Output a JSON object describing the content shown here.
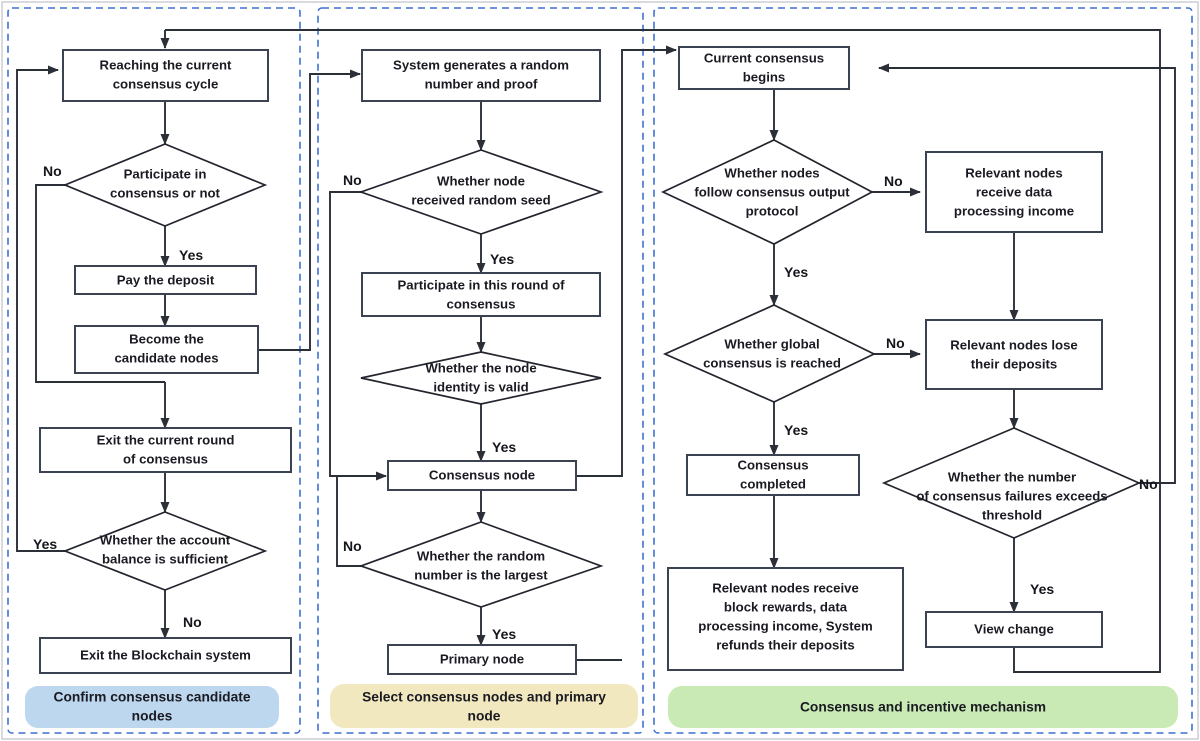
{
  "figure": {
    "title": "Blockchain consensus and incentive mechanism flowchart",
    "background": "#ffffff",
    "colors": {
      "box_stroke": "#3b4251",
      "line": "#2b2f38",
      "panel_dashed": "#3f6fd1",
      "pill_blue": "#bdd7ee",
      "pill_yellow": "#f2e8c0",
      "pill_green": "#c9eab4",
      "text": "#1a1a22"
    }
  },
  "panels": [
    {
      "id": "panel-1",
      "label": "Confirm consensus candidate nodes",
      "pill_color": "#bdd7ee"
    },
    {
      "id": "panel-2",
      "label": "Select consensus nodes and primary node",
      "pill_color": "#f2e8c0"
    },
    {
      "id": "panel-3",
      "label": "Consensus and incentive mechanism",
      "pill_color": "#c9eab4"
    }
  ],
  "nodes": {
    "reaching_cycle": {
      "shape": "process",
      "lines": [
        "Reaching the current",
        "consensus cycle"
      ]
    },
    "participate_or_not": {
      "shape": "decision",
      "lines": [
        "Participate in",
        "consensus or not"
      ]
    },
    "pay_deposit": {
      "shape": "process",
      "lines": [
        "Pay the deposit"
      ]
    },
    "become_candidate": {
      "shape": "process",
      "lines": [
        "Become the",
        "candidate nodes"
      ]
    },
    "exit_round": {
      "shape": "process",
      "lines": [
        "Exit the current round",
        "of consensus"
      ]
    },
    "balance_sufficient": {
      "shape": "decision",
      "lines": [
        "Whether the account",
        "balance is sufficient"
      ]
    },
    "exit_blockchain": {
      "shape": "process",
      "lines": [
        "Exit the Blockchain system"
      ]
    },
    "system_random": {
      "shape": "process",
      "lines": [
        "System generates a random",
        "number and proof"
      ]
    },
    "received_seed": {
      "shape": "decision",
      "lines": [
        "Whether node",
        "received  random seed"
      ]
    },
    "participate_round": {
      "shape": "process",
      "lines": [
        "Participate in this round of",
        "consensus"
      ]
    },
    "identity_valid": {
      "shape": "decision",
      "lines": [
        "Whether the node",
        "identity is valid"
      ]
    },
    "consensus_node": {
      "shape": "process",
      "lines": [
        "Consensus node"
      ]
    },
    "random_largest": {
      "shape": "decision",
      "lines": [
        "Whether the random",
        "number is the largest"
      ]
    },
    "primary_node": {
      "shape": "process",
      "lines": [
        "Primary node"
      ]
    },
    "consensus_begins": {
      "shape": "process",
      "lines": [
        "Current consensus",
        "begins"
      ]
    },
    "follow_protocol": {
      "shape": "decision",
      "lines": [
        "Whether nodes",
        "follow consensus output",
        "protocol"
      ]
    },
    "receive_income": {
      "shape": "process",
      "lines": [
        "Relevant nodes",
        "receive data",
        "processing income"
      ]
    },
    "global_consensus": {
      "shape": "decision",
      "lines": [
        "Whether global",
        "consensus is reached"
      ]
    },
    "lose_deposits": {
      "shape": "process",
      "lines": [
        "Relevant nodes lose",
        "their deposits"
      ]
    },
    "consensus_completed": {
      "shape": "process",
      "lines": [
        "Consensus",
        "completed"
      ]
    },
    "failures_threshold": {
      "shape": "decision",
      "lines": [
        "Whether the number",
        "of consensus failures exceeds",
        "threshold"
      ]
    },
    "receive_rewards": {
      "shape": "process",
      "lines": [
        "Relevant nodes receive",
        "block rewards, data",
        "processing income, System",
        "refunds their deposits"
      ]
    },
    "view_change": {
      "shape": "process",
      "lines": [
        "View change"
      ]
    }
  },
  "edge_labels": {
    "participate_no": "No",
    "participate_yes": "Yes",
    "balance_yes": "Yes",
    "balance_no": "No",
    "seed_no": "No",
    "seed_yes": "Yes",
    "identity_yes": "Yes",
    "random_no": "No",
    "random_yes": "Yes",
    "protocol_no": "No",
    "protocol_yes": "Yes",
    "global_no": "No",
    "global_yes": "Yes",
    "threshold_no": "No",
    "threshold_yes": "Yes"
  }
}
